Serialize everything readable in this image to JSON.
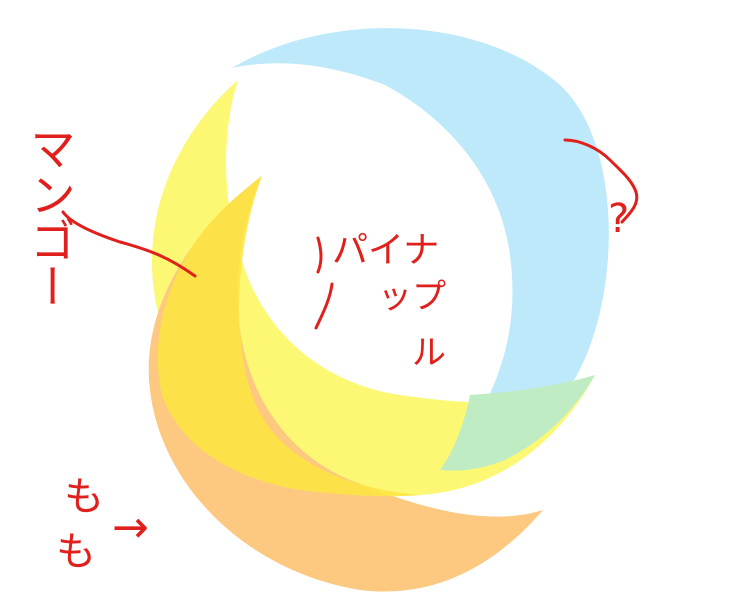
{
  "colors": {
    "background": "#ffffff",
    "blue": "#bde9fb",
    "yellow": "#fdf873",
    "orange": "#fdc87f",
    "overlap_yellow_orange": "#fde53f",
    "overlap_blue_yellow": "#c0ecc4",
    "annotation": "#e0201c"
  },
  "labels": {
    "mango": "マンゴー",
    "blue_fruit": "?",
    "pineapple_line1": "パイナ",
    "pineapple_line2": "ップ",
    "pineapple_line3": "ル",
    "peach_line1": "も",
    "peach_line2": "も",
    "arrow": "→"
  }
}
